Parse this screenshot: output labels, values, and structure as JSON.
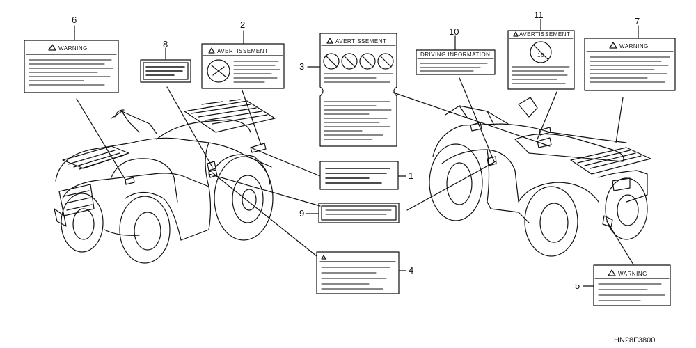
{
  "labels": {
    "l1": {
      "number": "1"
    },
    "l2": {
      "number": "2",
      "header": "AVERTISSEMENT"
    },
    "l3": {
      "number": "3",
      "header": "AVERTISSEMENT"
    },
    "l4": {
      "number": "4"
    },
    "l5": {
      "number": "5",
      "header": "WARNING"
    },
    "l6": {
      "number": "6",
      "header": "WARNING"
    },
    "l7": {
      "number": "7",
      "header": "WARNING"
    },
    "l8": {
      "number": "8"
    },
    "l9": {
      "number": "9"
    },
    "l10": {
      "number": "10",
      "header": "DRIVING INFORMATION"
    },
    "l11": {
      "number": "11",
      "header": "AVERTISSEMENT",
      "age": "16"
    }
  },
  "diagram_code": "HN28F3800"
}
